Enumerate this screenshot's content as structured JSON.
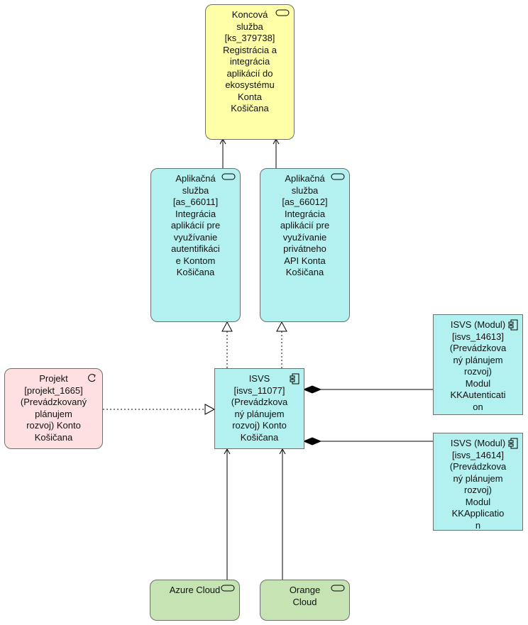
{
  "diagram": {
    "nodes": {
      "ks_379738": {
        "label": "Koncová\nslužba\n[ks_379738]\nRegistrácia a\nintegrácia\naplikácií do\nekosystému\nKonta\nKošičana",
        "icon": "service-icon"
      },
      "as_66011": {
        "label": "Aplikačná\nslužba\n[as_66011]\nIntegrácia\naplikácií pre\nvyužívanie\nautentifikáci\ne Kontom\nKošičana",
        "icon": "service-icon"
      },
      "as_66012": {
        "label": "Aplikačná\nslužba\n[as_66012]\nIntegrácia\naplikácií pre\nvyužívanie\nprivátneho\nAPI  Konta\nKošičana",
        "icon": "service-icon"
      },
      "isvs_11077": {
        "label": "ISVS\n[isvs_11077]\n(Prevádzkova\nný plánujem\nrozvoj) Konto\nKošičana",
        "icon": "component-icon"
      },
      "isvs_14613": {
        "label": "ISVS (Modul)\n[isvs_14613]\n(Prevádzkova\nný plánujem\nrozvoj)\nModul\nKKAutenticati\non",
        "icon": "component-icon"
      },
      "isvs_14614": {
        "label": "ISVS (Modul)\n[isvs_14614]\n(Prevádzkova\nný plánujem\nrozvoj)\nModul\nKKApplicatio\nn",
        "icon": "component-icon"
      },
      "projekt_1665": {
        "label": "Projekt\n[projekt_1665]\n(Prevádzkovaný\nplánujem\nrozvoj) Konto\nKošičana",
        "icon": "project-icon"
      },
      "azure": {
        "label": "Azure Cloud",
        "icon": "service-icon"
      },
      "orange": {
        "label": "Orange\nCloud",
        "icon": "service-icon"
      }
    },
    "edges": [
      {
        "from": "as_66011",
        "to": "ks_379738",
        "type": "serving"
      },
      {
        "from": "as_66012",
        "to": "ks_379738",
        "type": "serving"
      },
      {
        "from": "isvs_11077",
        "to": "as_66011",
        "type": "realization"
      },
      {
        "from": "isvs_11077",
        "to": "as_66012",
        "type": "realization"
      },
      {
        "from": "projekt_1665",
        "to": "isvs_11077",
        "type": "realization"
      },
      {
        "from": "isvs_14613",
        "to": "isvs_11077",
        "type": "composition"
      },
      {
        "from": "isvs_14614",
        "to": "isvs_11077",
        "type": "composition"
      },
      {
        "from": "azure",
        "to": "isvs_11077",
        "type": "serving"
      },
      {
        "from": "orange",
        "to": "isvs_11077",
        "type": "serving"
      }
    ]
  }
}
